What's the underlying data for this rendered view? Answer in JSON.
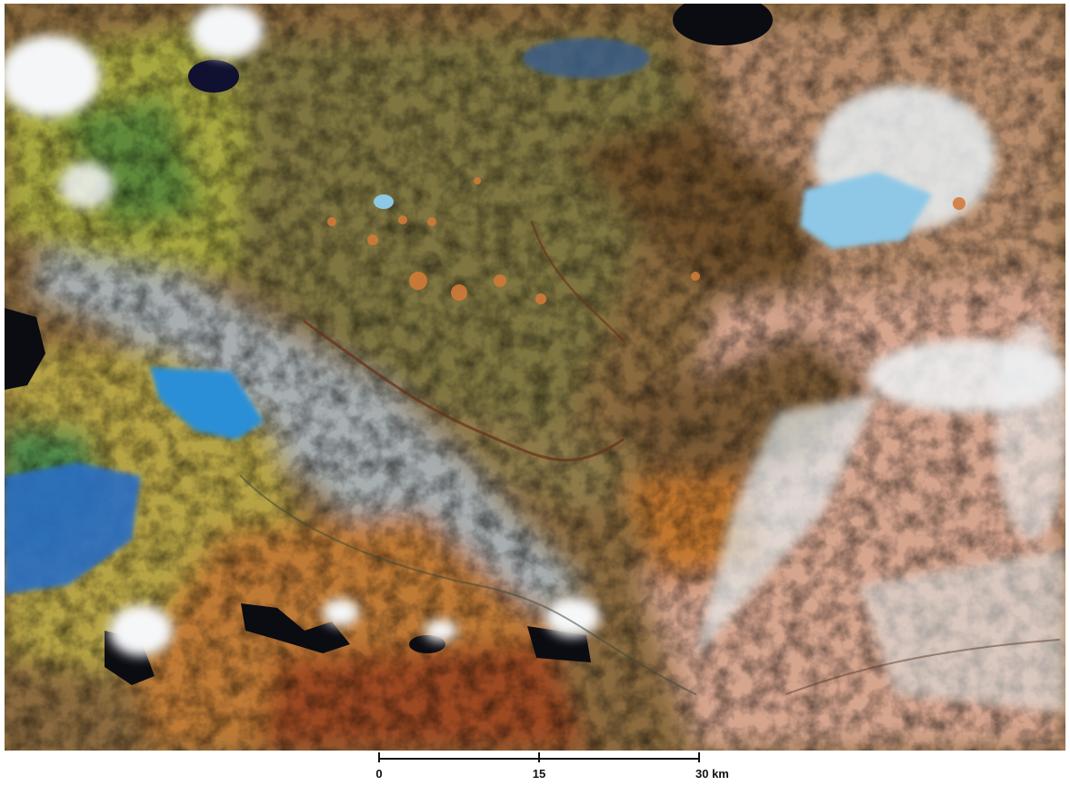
{
  "scale_bar": {
    "ticks": [
      {
        "value": 0,
        "label": "0"
      },
      {
        "value": 15,
        "label": "15"
      },
      {
        "value": 30,
        "label": "30 km"
      }
    ],
    "max_km": 30,
    "unit": "km"
  },
  "palette": {
    "olive": "#7e7440",
    "rust": "#a8532a",
    "orange": "#cc7a2e",
    "tan": "#c9977a",
    "pink_sand": "#d6a58e",
    "yellow_green": "#b6b64a",
    "green": "#5e8a3a",
    "salt_white": "#eef2f4",
    "lake_blue": "#2b8fd6",
    "pale_blue": "#8ec8e6",
    "gray_flat": "#a7aeb0",
    "black": "#0b0b12"
  }
}
